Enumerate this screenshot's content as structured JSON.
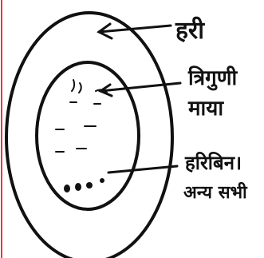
{
  "diagram": {
    "labels": {
      "outer": "हरी",
      "inner_line1": "त्रिगुणी",
      "inner_line2": "माया",
      "bottom_line1": "हरिबिन।",
      "bottom_line2": "अन्य सभी"
    },
    "colors": {
      "ink": "#111111",
      "margin_line": "#e23b3b",
      "background": "#ffffff"
    }
  }
}
